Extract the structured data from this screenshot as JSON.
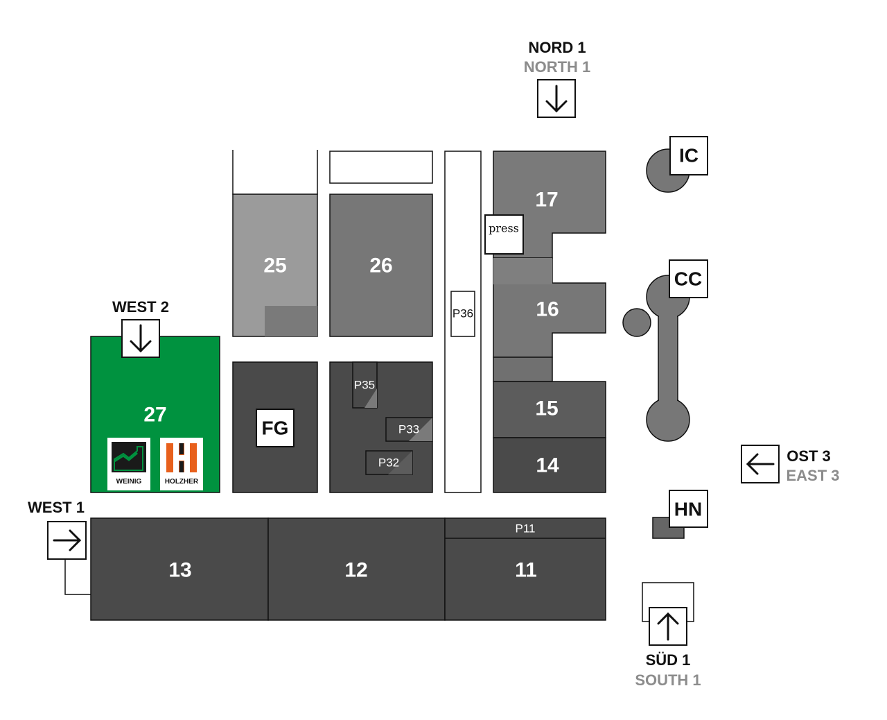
{
  "halls": {
    "h25": "25",
    "h26": "26",
    "h27": "27",
    "h17": "17",
    "h16": "16",
    "h15": "15",
    "h14": "14",
    "h13": "13",
    "h12": "12",
    "h11": "11",
    "fg": "FG"
  },
  "pavilions": {
    "p35": "P35",
    "p33": "P33",
    "p32": "P32",
    "p36": "P36",
    "p11": "P11"
  },
  "facilities": {
    "ic": "IC",
    "cc": "CC",
    "hn": "HN",
    "press": "press"
  },
  "exhibitors": {
    "weinig": "WEINIG",
    "holzher": "HOLZHER"
  },
  "entrances": {
    "north1": {
      "label": "NORD 1",
      "sub": "NORTH 1"
    },
    "west2": {
      "label": "WEST 2"
    },
    "west1": {
      "label": "WEST 1"
    },
    "east3": {
      "label": "OST 3",
      "sub": "EAST 3"
    },
    "south1": {
      "label": "SÜD 1",
      "sub": "SOUTH 1"
    }
  },
  "colors": {
    "highlight_hall": "#00923f",
    "dark_hall": "#4a4a4a",
    "mid_hall": "#5c5c5c",
    "light_hall": "#7a7a7a",
    "pale_hall": "#9b9b9b",
    "holzher_orange": "#e8601c"
  }
}
